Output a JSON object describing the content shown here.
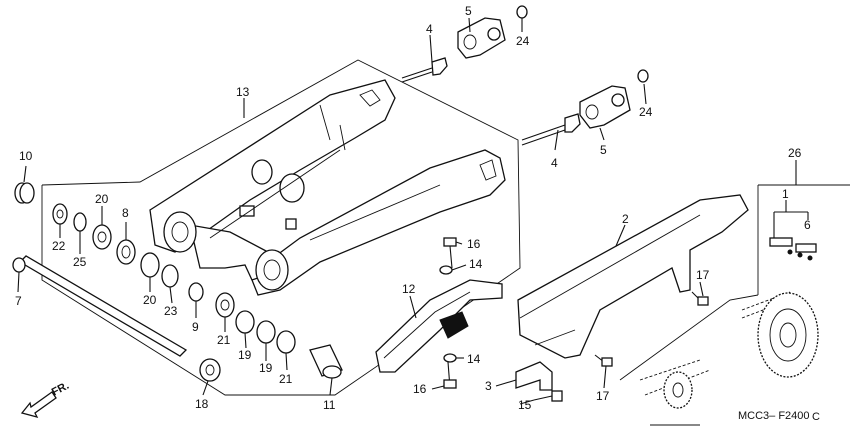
{
  "diagram": {
    "code": "MCC3– F2400",
    "code_suffix": "C",
    "direction_label": "FR."
  },
  "callouts": {
    "c1": "1",
    "c2": "2",
    "c3": "3",
    "c4a": "4",
    "c4b": "4",
    "c5a": "5",
    "c5b": "5",
    "c6": "6",
    "c7": "7",
    "c8": "8",
    "c9": "9",
    "c10": "10",
    "c11": "11",
    "c12": "12",
    "c13": "13",
    "c14a": "14",
    "c14b": "14",
    "c15": "15",
    "c16a": "16",
    "c16b": "16",
    "c17a": "17",
    "c17b": "17",
    "c18": "18",
    "c19a": "19",
    "c19b": "19",
    "c20a": "20",
    "c20b": "20",
    "c21a": "21",
    "c21b": "21",
    "c22": "22",
    "c23": "23",
    "c24a": "24",
    "c24b": "24",
    "c25": "25",
    "c26": "26"
  }
}
